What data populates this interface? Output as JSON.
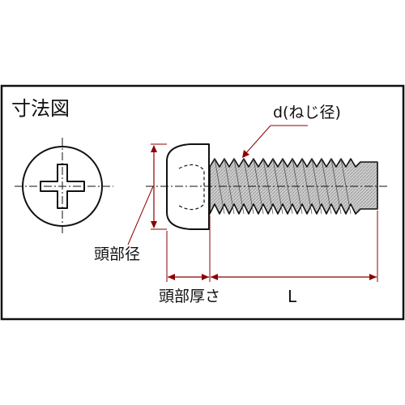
{
  "title": "寸法図",
  "labels": {
    "thread_diameter": "d(ねじ径)",
    "head_diameter": "頭部径",
    "head_thickness": "頭部厚さ",
    "length": "L"
  },
  "colors": {
    "outline": "#111111",
    "dimension": "#8b0000",
    "thread_shading": "#888888"
  }
}
